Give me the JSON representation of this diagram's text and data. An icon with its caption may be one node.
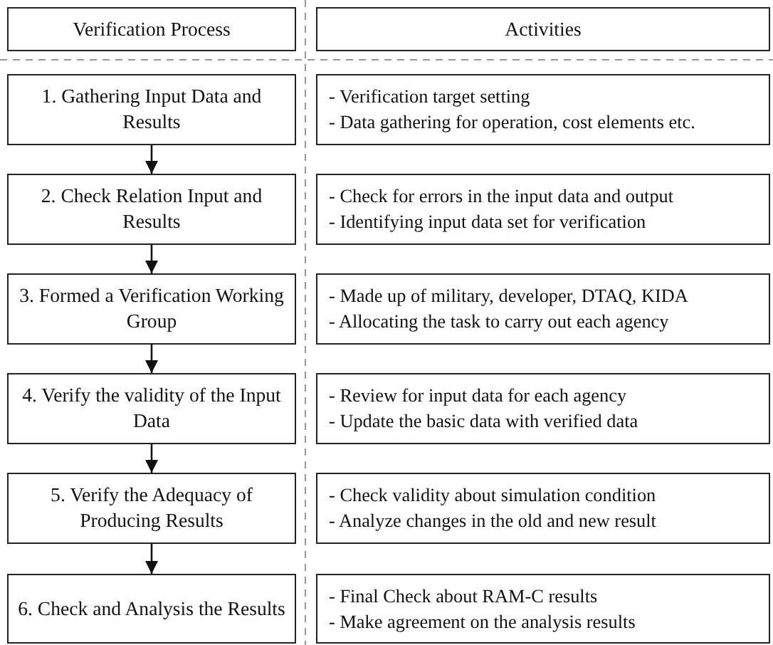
{
  "diagram": {
    "nodes": [
      {
        "text": [
          "Verification Process"
        ]
      },
      {
        "text": [
          "Activities"
        ]
      },
      {
        "text": [
          "1. Gathering Input Data and Results"
        ]
      },
      {
        "text": [
          "- Verification target setting",
          "- Data gathering for operation, cost elements etc."
        ]
      },
      {
        "text": [
          "2. Check Relation Input and Results"
        ]
      },
      {
        "text": [
          "- Check for errors in the input data and output",
          "- Identifying input data set for verification"
        ]
      },
      {
        "text": [
          "3. Formed a Verification Working Group"
        ]
      },
      {
        "text": [
          "- Made up of military, developer, DTAQ, KIDA",
          "- Allocating the task to carry out each agency"
        ]
      },
      {
        "text": [
          "4. Verify the validity of the Input Data"
        ]
      },
      {
        "text": [
          "- Review for input data for each agency",
          "- Update the basic data with verified data"
        ]
      },
      {
        "text": [
          "5. Verify the Adequacy of Producing Results"
        ]
      },
      {
        "text": [
          "- Check validity about simulation condition",
          "- Analyze changes in the old and new result"
        ]
      },
      {
        "text": [
          "6. Check and Analysis the Results"
        ]
      },
      {
        "text": [
          "- Final Check about RAM-C results",
          "- Make agreement on the analysis results"
        ]
      }
    ],
    "edges": [
      {
        "from": 2,
        "to": 4,
        "arrow": "to"
      },
      {
        "from": 4,
        "to": 6,
        "arrow": "to"
      },
      {
        "from": 6,
        "to": 8,
        "arrow": "to"
      },
      {
        "from": 8,
        "to": 10,
        "arrow": "to"
      },
      {
        "from": 10,
        "to": 12,
        "arrow": "to"
      }
    ]
  }
}
